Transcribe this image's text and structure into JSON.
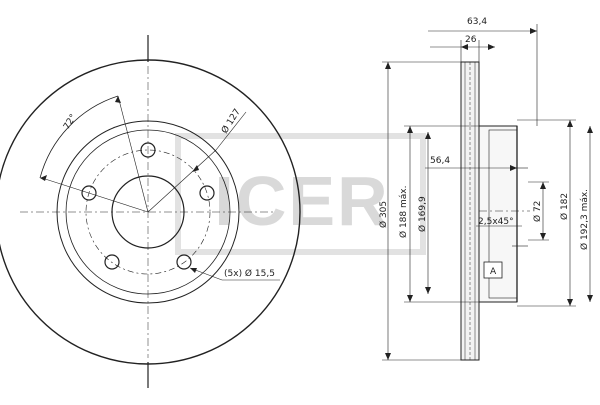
{
  "watermark": {
    "text": "ICER"
  },
  "front_view": {
    "angle_label": "72°",
    "pcd_label": "Ø 127",
    "holes_label": "(5x) Ø 15,5"
  },
  "section_view": {
    "width_total": "63,4",
    "width_disc": "26",
    "hat_depth": "56,4",
    "chamfer": "2,5x45°",
    "outer_dia": "Ø 305",
    "dia_188": "Ø 188 máx.",
    "dia_169": "Ø 169,9",
    "dia_72": "Ø 72",
    "dia_182": "Ø 182",
    "dia_192": "Ø 192,3 máx.",
    "ref_letter": "A"
  }
}
